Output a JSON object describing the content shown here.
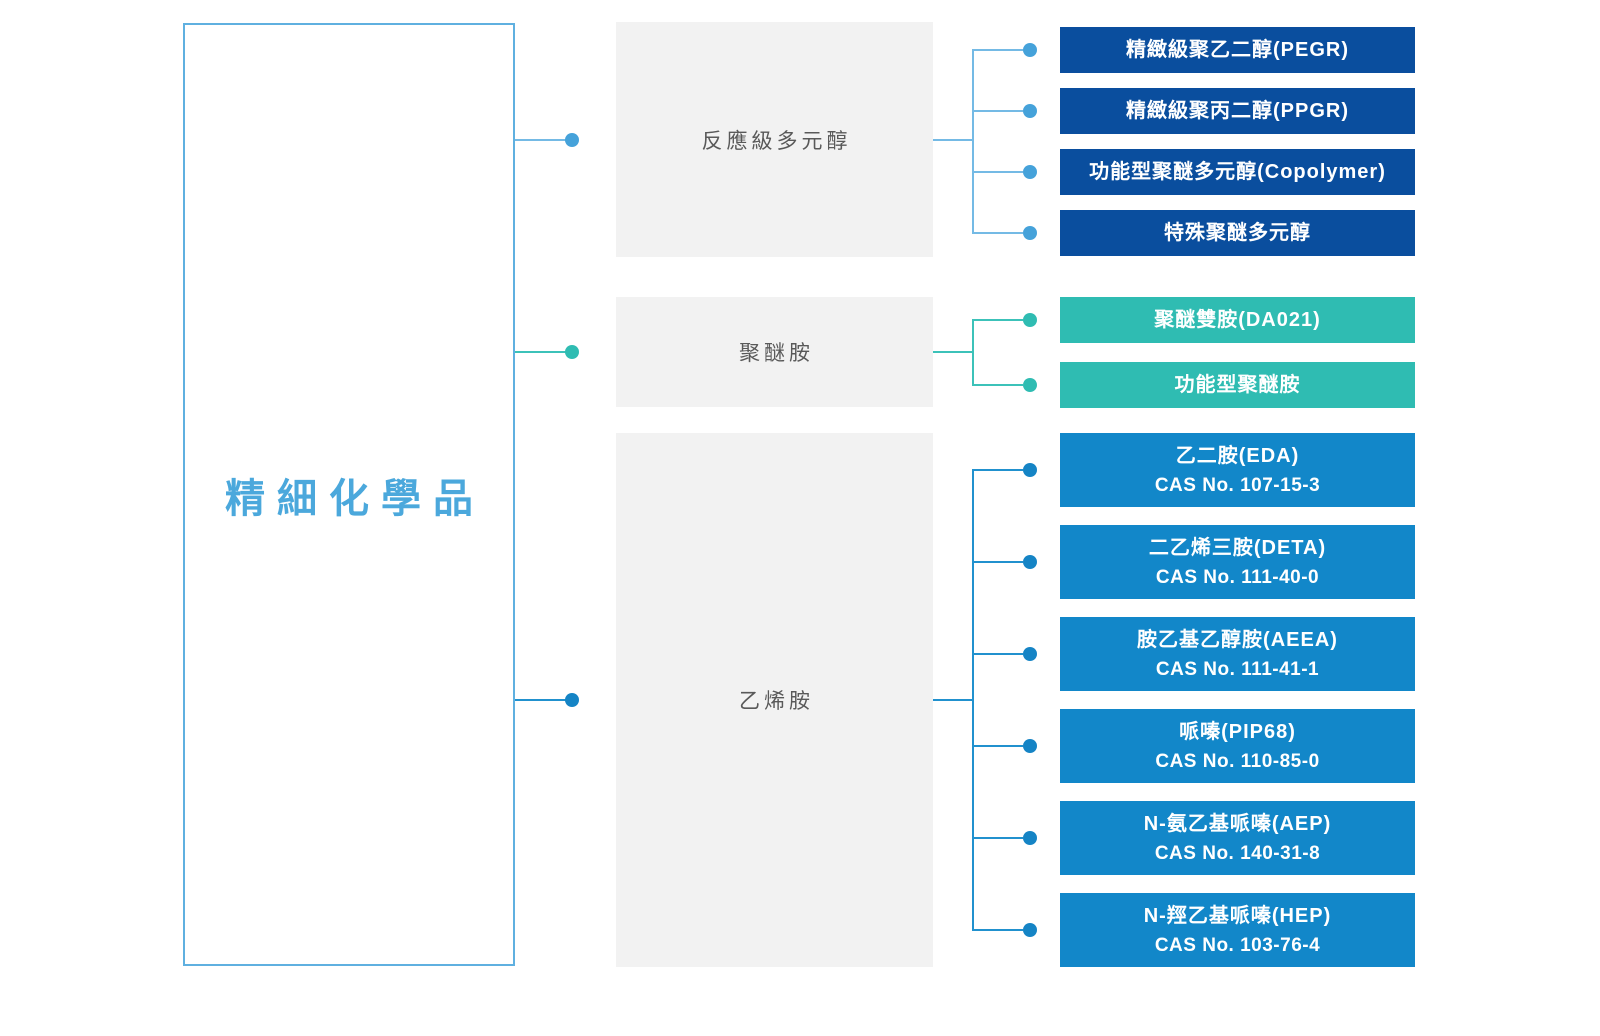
{
  "root": {
    "label": "精細化學品",
    "text_color": "#4BA8DC",
    "border_color": "#5FB0E0"
  },
  "groups": [
    {
      "label": "反應級多元醇",
      "theme": "navy",
      "box_color": "#0A4E9E",
      "connector_color": "#74BAE5",
      "children": [
        {
          "title": "精緻級聚乙二醇(PEGR)"
        },
        {
          "title": "精緻級聚丙二醇(PPGR)"
        },
        {
          "title": "功能型聚醚多元醇(Copolymer)"
        },
        {
          "title": "特殊聚醚多元醇"
        }
      ]
    },
    {
      "label": "聚醚胺",
      "theme": "teal",
      "box_color": "#2FBCB2",
      "connector_color": "#3CC2B9",
      "children": [
        {
          "title": "聚醚雙胺(DA021)"
        },
        {
          "title": "功能型聚醚胺"
        }
      ]
    },
    {
      "label": "乙烯胺",
      "theme": "blue",
      "box_color": "#1287C9",
      "connector_color": "#2191CE",
      "children": [
        {
          "title": "乙二胺(EDA)",
          "cas": "CAS No. 107-15-3"
        },
        {
          "title": "二乙烯三胺(DETA)",
          "cas": "CAS No. 111-40-0"
        },
        {
          "title": "胺乙基乙醇胺(AEEA)",
          "cas": "CAS No. 111-41-1"
        },
        {
          "title": "哌嗪(PIP68)",
          "cas": "CAS No. 110-85-0"
        },
        {
          "title": "N-氨乙基哌嗪(AEP)",
          "cas": "CAS No. 140-31-8"
        },
        {
          "title": "N-羥乙基哌嗪(HEP)",
          "cas": "CAS No. 103-76-4"
        }
      ]
    }
  ],
  "colors": {
    "background": "#ffffff",
    "group_fill": "#F2F2F2",
    "group_text": "#595959",
    "leaf_text": "#ffffff"
  }
}
